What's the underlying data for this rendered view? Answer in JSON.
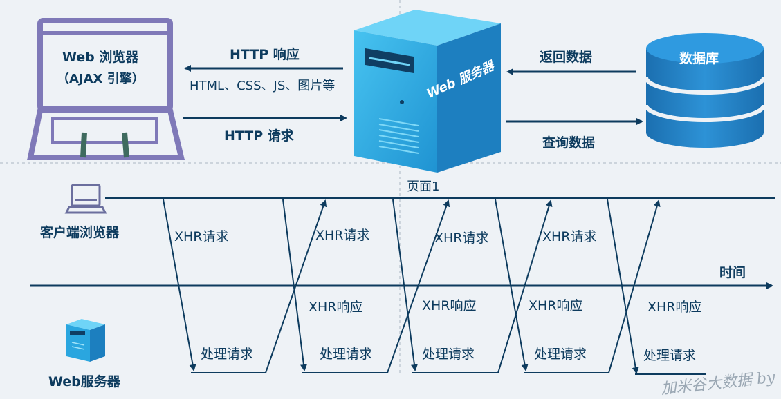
{
  "top": {
    "browser_title": "Web 浏览器",
    "browser_sub": "（AJAX 引擎）",
    "http_response": "HTTP 响应",
    "response_content": "HTML、CSS、JS、图片等",
    "http_request": "HTTP 请求",
    "server_label": "Web 服务器",
    "return_data": "返回数据",
    "query_data": "查询数据",
    "database": "数据库"
  },
  "timeline": {
    "page_label": "页面1",
    "client_label": "客户端浏览器",
    "server_label": "Web服务器",
    "time_label": "时间",
    "xhr_requests": [
      "XHR请求",
      "XHR请求",
      "XHR请求",
      "XHR请求"
    ],
    "xhr_responses": [
      "XHR响应",
      "XHR响应",
      "XHR响应",
      "XHR响应"
    ],
    "process_labels": [
      "处理请求",
      "处理请求",
      "处理请求",
      "处理请求",
      "处理请求"
    ]
  },
  "colors": {
    "laptop": "#7f79b8",
    "server_front": "#2aa6df",
    "server_side": "#1c7fbf",
    "arrow": "#0d3b5e",
    "database": "#1f7cc0"
  },
  "watermark": "加米谷大数据 by"
}
